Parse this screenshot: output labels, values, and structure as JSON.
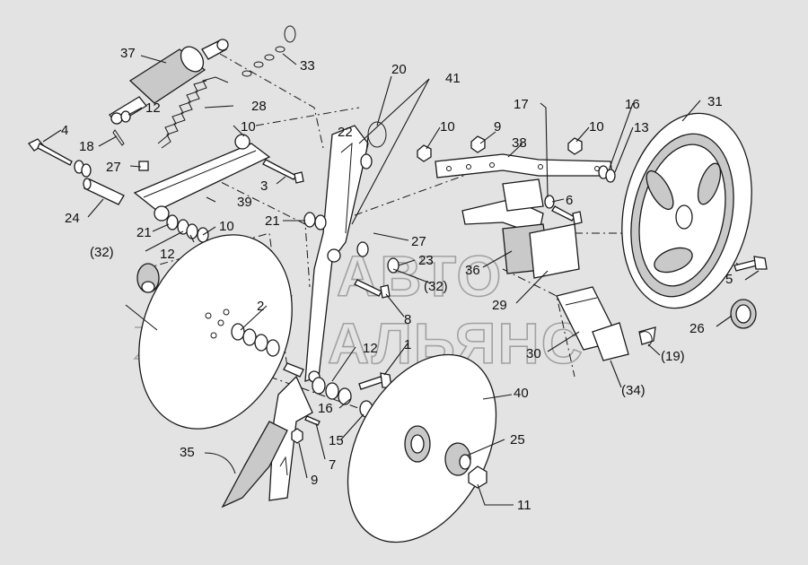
{
  "watermark": {
    "line1": "АВТО",
    "line2": "АЛЬЯНС",
    "color": "#8c8c8c"
  },
  "icons": {
    "watermark_logo": "stylized-a-logo-icon"
  },
  "callouts": [
    {
      "id": "c1",
      "text": "1"
    },
    {
      "id": "c2",
      "text": "2"
    },
    {
      "id": "c3",
      "text": "3"
    },
    {
      "id": "c4",
      "text": "4"
    },
    {
      "id": "c5",
      "text": "5"
    },
    {
      "id": "c6",
      "text": "6"
    },
    {
      "id": "c7",
      "text": "7"
    },
    {
      "id": "c8",
      "text": "8"
    },
    {
      "id": "c9a",
      "text": "9"
    },
    {
      "id": "c9b",
      "text": "9"
    },
    {
      "id": "c10a",
      "text": "10"
    },
    {
      "id": "c10b",
      "text": "10"
    },
    {
      "id": "c10c",
      "text": "10"
    },
    {
      "id": "c10d",
      "text": "10"
    },
    {
      "id": "c11",
      "text": "11"
    },
    {
      "id": "c12a",
      "text": "12"
    },
    {
      "id": "c12b",
      "text": "12"
    },
    {
      "id": "c12c",
      "text": "12"
    },
    {
      "id": "c13",
      "text": "13"
    },
    {
      "id": "c15",
      "text": "15"
    },
    {
      "id": "c16a",
      "text": "16"
    },
    {
      "id": "c16b",
      "text": "16"
    },
    {
      "id": "c17",
      "text": "17"
    },
    {
      "id": "c18",
      "text": "18"
    },
    {
      "id": "c19",
      "text": "(19)"
    },
    {
      "id": "c20",
      "text": "20"
    },
    {
      "id": "c21a",
      "text": "21"
    },
    {
      "id": "c21b",
      "text": "21"
    },
    {
      "id": "c22",
      "text": "22"
    },
    {
      "id": "c23",
      "text": "23"
    },
    {
      "id": "c24",
      "text": "24"
    },
    {
      "id": "c25",
      "text": "25"
    },
    {
      "id": "c26",
      "text": "26"
    },
    {
      "id": "c27a",
      "text": "27"
    },
    {
      "id": "c27b",
      "text": "27"
    },
    {
      "id": "c28",
      "text": "28"
    },
    {
      "id": "c29",
      "text": "29"
    },
    {
      "id": "c30",
      "text": "30"
    },
    {
      "id": "c31",
      "text": "31"
    },
    {
      "id": "c32a",
      "text": "(32)"
    },
    {
      "id": "c32b",
      "text": "(32)"
    },
    {
      "id": "c33",
      "text": "33"
    },
    {
      "id": "c34",
      "text": "(34)"
    },
    {
      "id": "c35",
      "text": "35"
    },
    {
      "id": "c36",
      "text": "36"
    },
    {
      "id": "c37",
      "text": "37"
    },
    {
      "id": "c38",
      "text": "38"
    },
    {
      "id": "c39",
      "text": "39"
    },
    {
      "id": "c40",
      "text": "40"
    },
    {
      "id": "c41",
      "text": "41"
    }
  ]
}
